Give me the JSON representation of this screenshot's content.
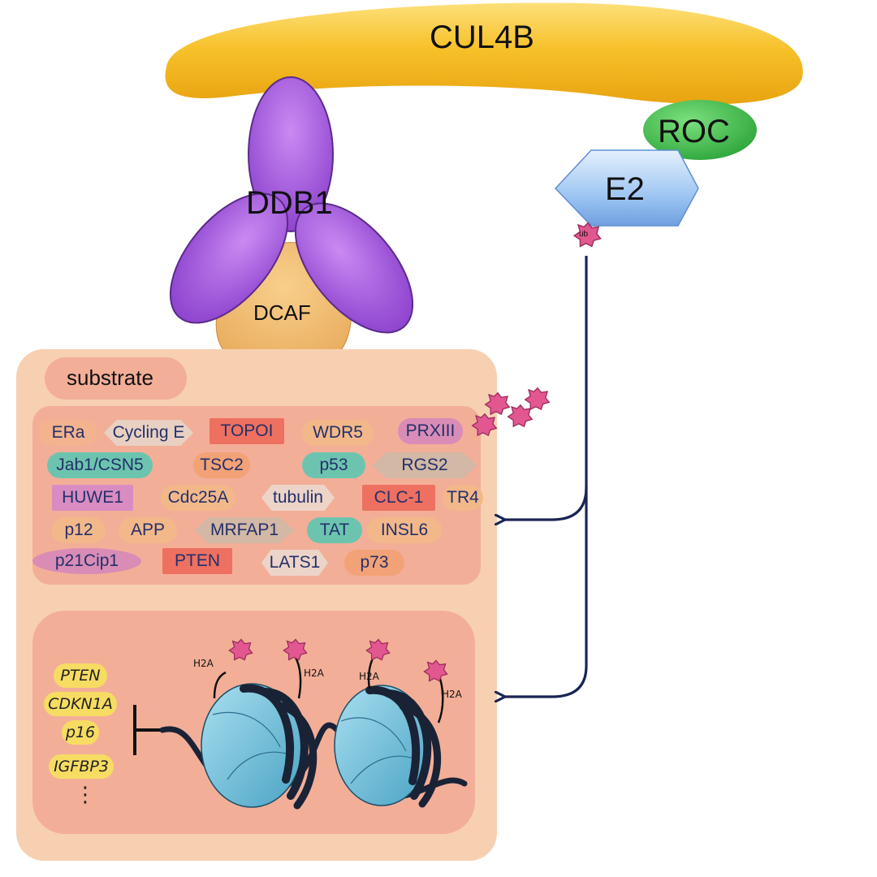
{
  "complex": {
    "scaffold": "CUL4B",
    "ring": "ROC",
    "e2": "E2",
    "ub": "ub",
    "adaptor": "DDB1",
    "receptor": "DCAF"
  },
  "substrate_panel": {
    "title": "substrate",
    "substrates": [
      {
        "label": "ERa",
        "color": "#f3b38e",
        "shape": "pill"
      },
      {
        "label": "Cycling E",
        "color": "#e8d0c2",
        "shape": "hex"
      },
      {
        "label": "TOPOI",
        "color": "#ee7060",
        "shape": "rect"
      },
      {
        "label": "WDR5",
        "color": "#f3b88a",
        "shape": "pill"
      },
      {
        "label": "PRXIII",
        "color": "#d98cb6",
        "shape": "pill"
      },
      {
        "label": "Jab1/CSN5",
        "color": "#6cc4ae",
        "shape": "pill"
      },
      {
        "label": "TSC2",
        "color": "#f2a276",
        "shape": "pill"
      },
      {
        "label": "p53",
        "color": "#6cc4ae",
        "shape": "pill"
      },
      {
        "label": "RGS2",
        "color": "#d2b8a5",
        "shape": "hex"
      },
      {
        "label": "HUWE1",
        "color": "#d98cc2",
        "shape": "rect"
      },
      {
        "label": "Cdc25A",
        "color": "#f3b88a",
        "shape": "pill"
      },
      {
        "label": "tubulin",
        "color": "#ecd4c8",
        "shape": "hex"
      },
      {
        "label": "CLC-1",
        "color": "#ee7060",
        "shape": "rect"
      },
      {
        "label": "TR4",
        "color": "#f3b88a",
        "shape": "pill"
      },
      {
        "label": "p12",
        "color": "#f3b88a",
        "shape": "pill"
      },
      {
        "label": "APP",
        "color": "#f3b88a",
        "shape": "pill"
      },
      {
        "label": "MRFAP1",
        "color": "#d2b8a5",
        "shape": "hex"
      },
      {
        "label": "TAT",
        "color": "#6cc4ae",
        "shape": "pill"
      },
      {
        "label": "INSL6",
        "color": "#f3b88a",
        "shape": "pill"
      },
      {
        "label": "p21Cip1",
        "color": "#d98cb6",
        "shape": "ellipse"
      },
      {
        "label": "PTEN",
        "color": "#ee7060",
        "shape": "rect"
      },
      {
        "label": "LATS1",
        "color": "#ecd4c8",
        "shape": "hex"
      },
      {
        "label": "p73",
        "color": "#f2a276",
        "shape": "pill"
      }
    ]
  },
  "chromatin_panel": {
    "histone_label": "H2A",
    "repressed_genes": [
      "PTEN",
      "CDKN1A",
      "p16",
      "IGFBP3"
    ],
    "continuation": "⋮"
  },
  "colors": {
    "cul4b": "#f5b818",
    "roc": "#3fbd4a",
    "e2": "#8ab9ee",
    "ddb1": "#9a4ed6",
    "dcaf": "#f0b86a",
    "panel": "#f7d0b2",
    "inner_panel": "#f3ae98",
    "ubiquitin": "#e2578f",
    "arrow": "#1a2554",
    "nucleosome": "#63b8d4",
    "gene_chip": "#f7dc63"
  }
}
